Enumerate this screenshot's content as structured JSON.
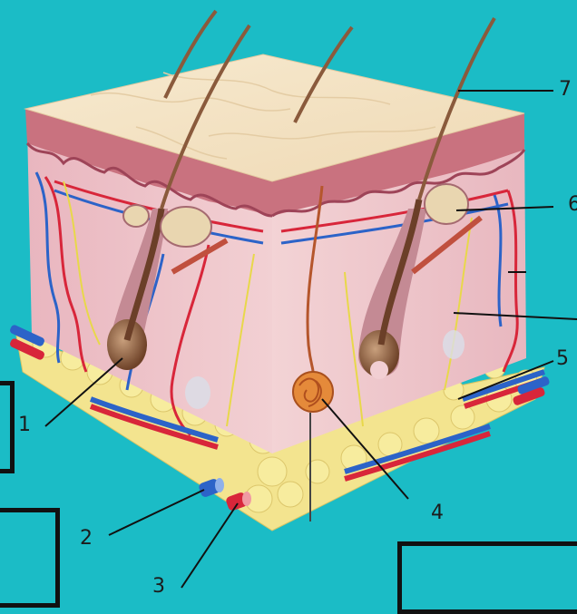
{
  "labels": {
    "n1": "1",
    "n2": "2",
    "n3": "3",
    "n4": "4",
    "n5": "5",
    "n6": "6",
    "n7": "7"
  },
  "colors": {
    "background": "#1bbcc6",
    "epidermis_top": "#f4e3c3",
    "dermis": "#efc7cb",
    "dermis_shadow": "#e2a9b2",
    "fat": "#f3e48f",
    "artery": "#d8263a",
    "vein": "#2c63c8",
    "nerve": "#e8d84a",
    "hair": "#8a5a3c",
    "gland": "#e58a3a"
  },
  "icons": [
    "skin-cross-section-illustration"
  ]
}
